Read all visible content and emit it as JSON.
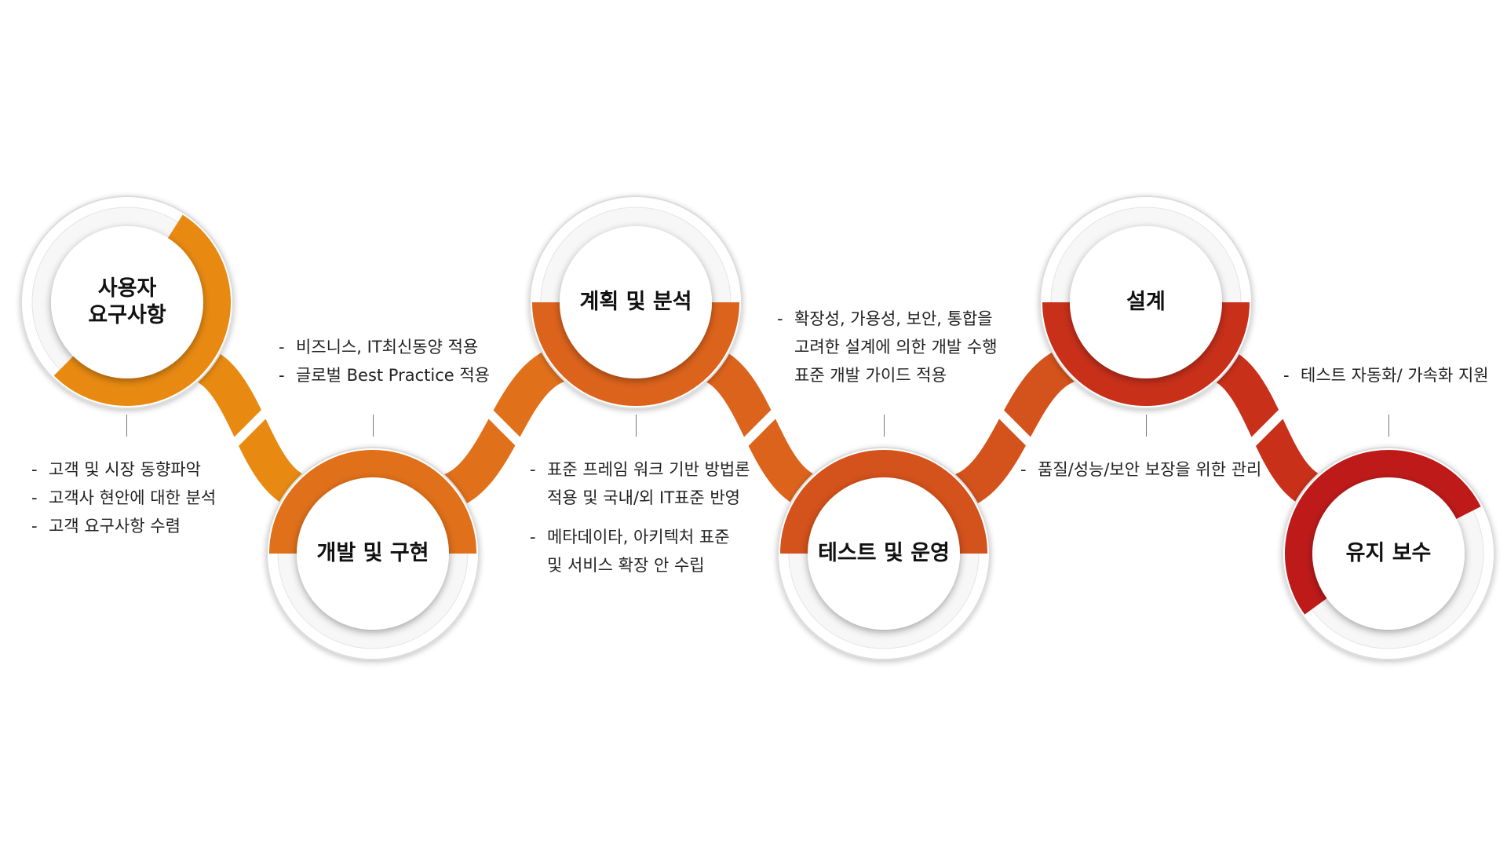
{
  "diagram": {
    "stages": [
      {
        "id": "s1",
        "title": "사용자\n요구사항",
        "color": "#E88A12",
        "bullets": [
          [
            "고객 및 시장 동향파악"
          ],
          [
            "고객사 현안에 대한 분석"
          ],
          [
            "고객 요구사항 수렴"
          ]
        ]
      },
      {
        "id": "s2",
        "title": "개발 및 구현",
        "color": "#E0701A",
        "bullets": [
          [
            "비즈니스, IT최신동양 적용"
          ],
          [
            "글로벌 Best Practice 적용"
          ]
        ]
      },
      {
        "id": "s3",
        "title": "계획 및 분석",
        "color": "#DC631C",
        "bullets": [
          [
            "표준 프레임 워크 기반 방법론",
            "적용 및 국내/외 IT표준 반영"
          ],
          [
            "메타데이타, 아키텍처 표준",
            "및 서비스 확장 안 수립"
          ]
        ]
      },
      {
        "id": "s4",
        "title": "테스트 및 운영",
        "color": "#D4521B",
        "bullets": [
          [
            "확장성, 가용성, 보안, 통합을",
            "고려한 설계에 의한 개발 수행",
            "표준 개발 가이드 적용"
          ]
        ]
      },
      {
        "id": "s5",
        "title": "설계",
        "color": "#C8301A",
        "bullets": [
          [
            "품질/성능/보안 보장을 위한 관리"
          ]
        ]
      },
      {
        "id": "s6",
        "title": "유지 보수",
        "color": "#BE1A1A",
        "bullets": [
          [
            "테스트 자동화/ 가속화 지원"
          ]
        ]
      }
    ]
  }
}
